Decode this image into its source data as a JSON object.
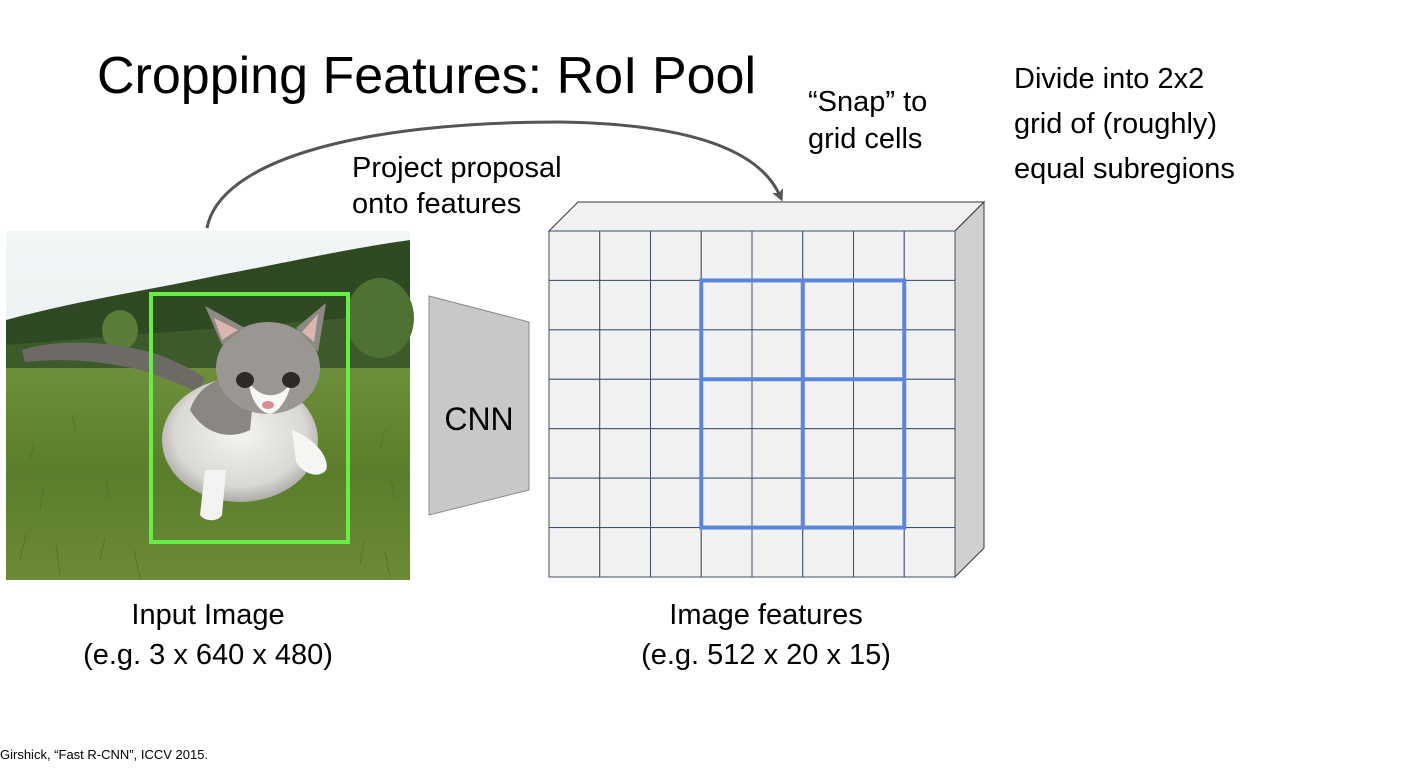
{
  "slide": {
    "title": "Cropping Features: RoI Pool",
    "citation": "Girshick, “Fast R-CNN”, ICCV 2015."
  },
  "annotations": {
    "project": [
      "Project proposal",
      "onto features"
    ],
    "snap": [
      "“Snap” to",
      "grid cells"
    ],
    "divide": [
      "Divide into 2x2",
      "grid of (roughly)",
      "equal subregions"
    ]
  },
  "input_image": {
    "caption": [
      "Input Image",
      "(e.g. 3 x 640 x 480)"
    ],
    "proposal_box_color": "#66ee44"
  },
  "cnn": {
    "label": "CNN",
    "color": "#c8c8c8"
  },
  "feature_map": {
    "caption": [
      "Image features",
      "(e.g. 512 x 20 x 15)"
    ],
    "columns": 8,
    "rows": 7,
    "roi": {
      "col_start": 3,
      "col_end": 7,
      "row_start": 1,
      "row_end": 6,
      "divisions": 2
    },
    "cell_color": "#f1f1f1",
    "grid_line_color": "#3f4f6a",
    "roi_color": "#5b86db",
    "side_color": "#d0d0d0"
  }
}
